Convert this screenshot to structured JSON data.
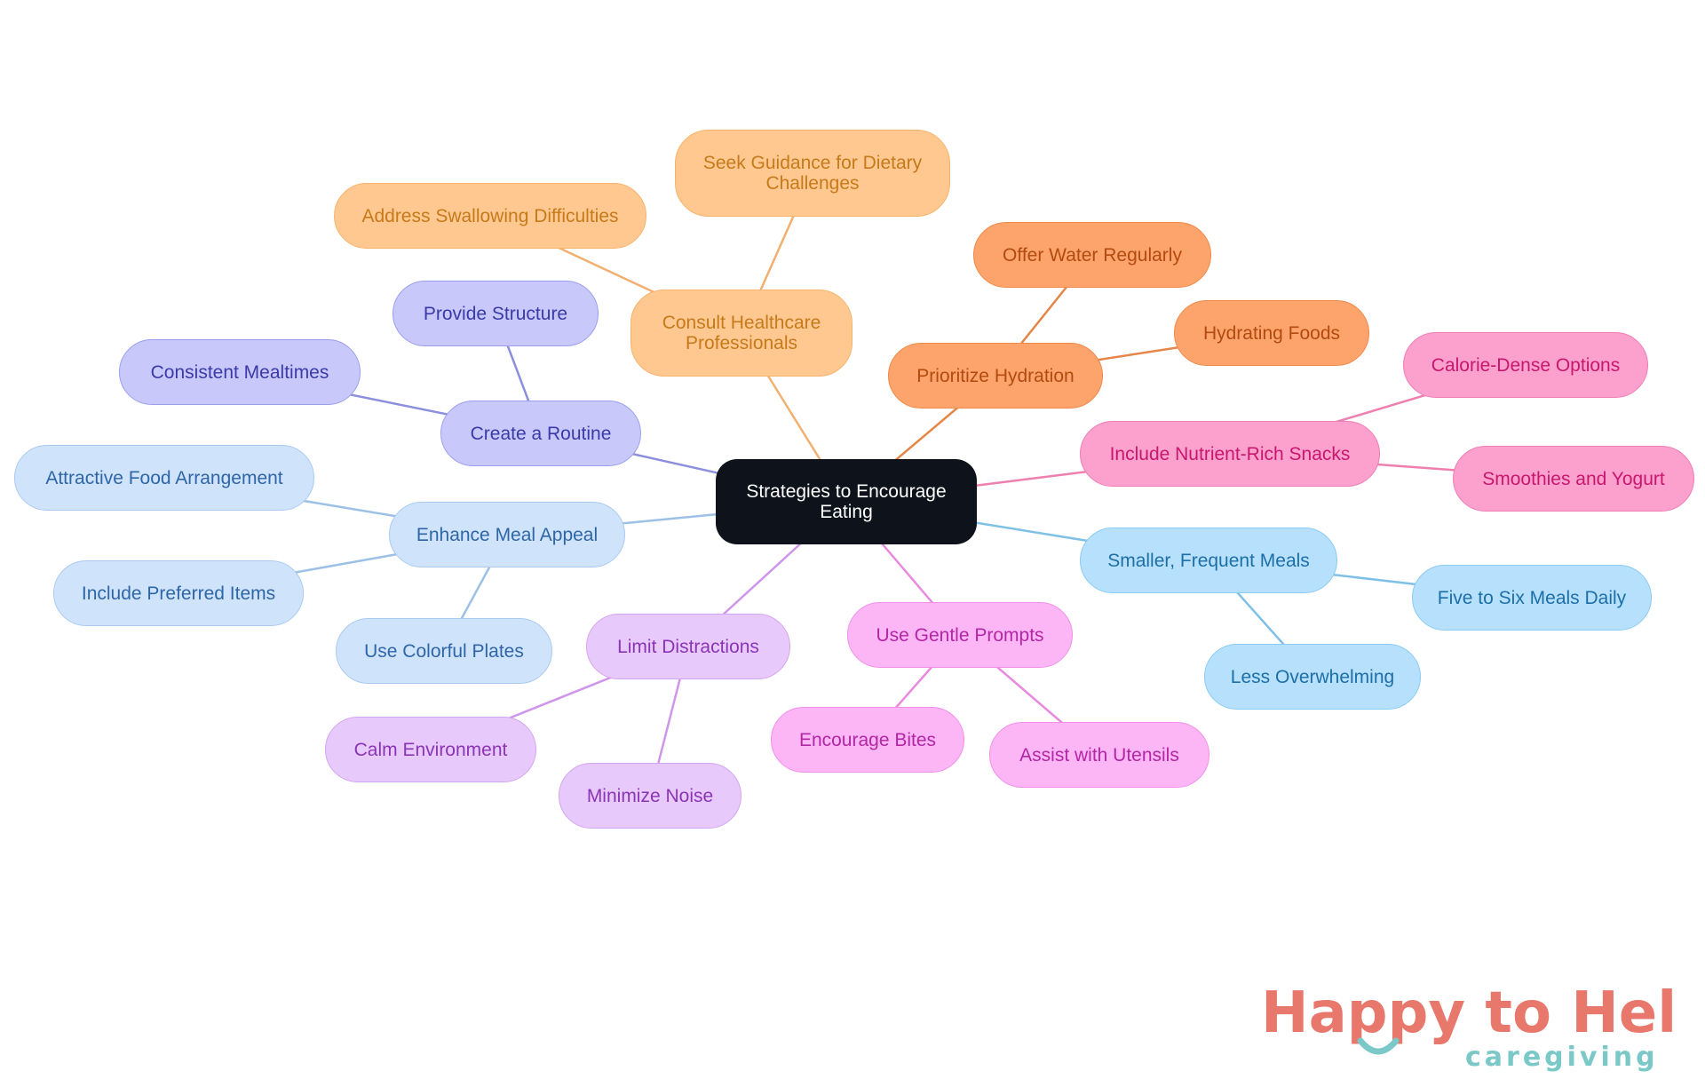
{
  "root": {
    "label": "Strategies to Encourage Eating"
  },
  "branches": [
    {
      "id": "routine",
      "label": "Create a Routine",
      "colors": {
        "bg": "#c8c9fa",
        "border": "#9b9ef0",
        "text": "#3a3aa8",
        "line": "#8b8fde"
      },
      "children": [
        {
          "label": "Provide Structure"
        },
        {
          "label": "Consistent Mealtimes"
        }
      ]
    },
    {
      "id": "healthcare",
      "label": "Consult Healthcare Professionals",
      "colors": {
        "bg": "#ffc890",
        "border": "#f7b46c",
        "text": "#c67a1a",
        "line": "#f2b070"
      },
      "children": [
        {
          "label": "Seek Guidance for Dietary Challenges"
        },
        {
          "label": "Address Swallowing Difficulties"
        }
      ]
    },
    {
      "id": "hydration",
      "label": "Prioritize Hydration",
      "colors": {
        "bg": "#fda46c",
        "border": "#ef8a4b",
        "text": "#b34a10",
        "line": "#e58646"
      },
      "children": [
        {
          "label": "Offer Water Regularly"
        },
        {
          "label": "Hydrating Foods"
        }
      ]
    },
    {
      "id": "snacks",
      "label": "Include Nutrient-Rich Snacks",
      "colors": {
        "bg": "#fca0cd",
        "border": "#f07fb6",
        "text": "#c8176f",
        "line": "#ee7fb0"
      },
      "children": [
        {
          "label": "Calorie-Dense Options"
        },
        {
          "label": "Smoothies and Yogurt"
        }
      ]
    },
    {
      "id": "frequent",
      "label": "Smaller, Frequent Meals",
      "colors": {
        "bg": "#b6e0fb",
        "border": "#8ccbf2",
        "text": "#1d6fa8",
        "line": "#7ec0e6"
      },
      "children": [
        {
          "label": "Five to Six Meals Daily"
        },
        {
          "label": "Less Overwhelming"
        }
      ]
    },
    {
      "id": "prompts",
      "label": "Use Gentle Prompts",
      "colors": {
        "bg": "#fcb6f6",
        "border": "#f290e8",
        "text": "#b326a4",
        "line": "#e98ae0"
      },
      "children": [
        {
          "label": "Encourage Bites"
        },
        {
          "label": "Assist with Utensils"
        }
      ]
    },
    {
      "id": "distractions",
      "label": "Limit Distractions",
      "colors": {
        "bg": "#e8c9fb",
        "border": "#d4a6f2",
        "text": "#8a35b6",
        "line": "#cf95ea"
      },
      "children": [
        {
          "label": "Calm Environment"
        },
        {
          "label": "Minimize Noise"
        }
      ]
    },
    {
      "id": "appeal",
      "label": "Enhance Meal Appeal",
      "colors": {
        "bg": "#cfe3fb",
        "border": "#a9cbf0",
        "text": "#2e66a8",
        "line": "#9cc0e6"
      },
      "children": [
        {
          "label": "Attractive Food Arrangement"
        },
        {
          "label": "Include Preferred Items"
        },
        {
          "label": "Use Colorful Plates"
        }
      ]
    }
  ],
  "root_colors": {
    "bg": "#0d121b",
    "text": "#ffffff"
  },
  "logo": {
    "title": "Happy to Help",
    "subtitle": "caregiving",
    "title_color": "#e8776c",
    "subtitle_color": "#7ac8c8"
  }
}
